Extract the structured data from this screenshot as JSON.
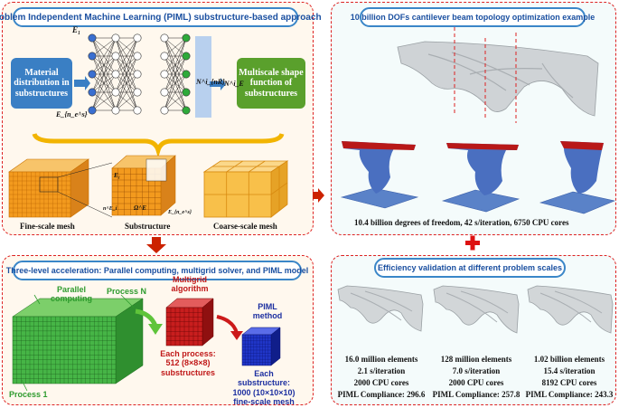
{
  "piml_panel": {
    "title": "Problem Independent Machine Learning (PIML)  substructure-based approach",
    "material_box": "Material distribution in substructures",
    "shape_box": "Multiscale shape function of substructures",
    "input_top": "E₁",
    "input_bottom": "E_{n_e^s}",
    "output_left": "N^i_{nR}",
    "output_right": "N^i_E",
    "mesh_labels": [
      "Fine-scale mesh",
      "Substructure",
      "Coarse-scale mesh"
    ],
    "sub_labels": [
      "E₁",
      "Ω^E",
      "E_{n_e^s}",
      "n^E_i"
    ]
  },
  "accel_panel": {
    "title": "Three-level acceleration: Parallel computing, multigrid solver, and PIML model",
    "parallel": "Parallel computing",
    "process_n": "Process N",
    "process_1": "Process 1",
    "multigrid": "Multigrid algorithm",
    "each_process": "Each process: 512 (8×8×8) substructures",
    "piml_method": "PIML method",
    "each_sub": "Each substructure: 1000 (10×10×10) fine-scale mesh"
  },
  "beam_panel": {
    "title": "10 billion DOFs cantilever beam topology optimization example",
    "caption": "10.4 billion degrees of freedom, 42 s/iteration, 6750 CPU cores"
  },
  "efficiency_panel": {
    "title": "Efficiency validation at different problem scales",
    "cases": [
      {
        "elements": "16.0 million elements",
        "time": "2.1 s/iteration",
        "cores": "2000 CPU cores",
        "compliance": "PIML Compliance: 296.6"
      },
      {
        "elements": "128 million elements",
        "time": "7.0 s/iteration",
        "cores": "2000 CPU cores",
        "compliance": "PIML Compliance: 257.8"
      },
      {
        "elements": "1.02 billion elements",
        "time": "15.4 s/iteration",
        "cores": "8192 CPU cores",
        "compliance": "PIML Compliance: 243.3"
      }
    ]
  },
  "colors": {
    "dash_red": "#dd2222",
    "pill_blue": "#3a86c8",
    "material_blue": "#3a7fc4",
    "shape_green": "#5aa02c",
    "mesh_orange": "#f39a1e",
    "grid_green": "#3cae3c",
    "cube_red": "#c81e1e",
    "cube_blue": "#2036c8"
  }
}
